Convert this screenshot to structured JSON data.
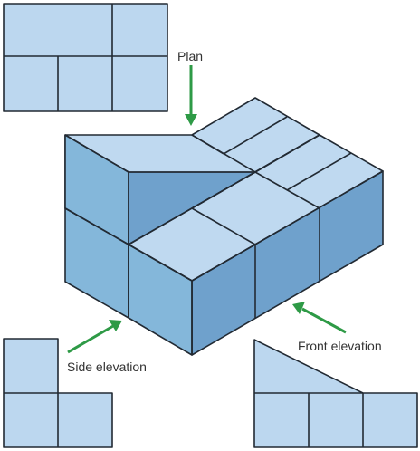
{
  "labels": {
    "plan": "Plan",
    "side_elevation": "Side elevation",
    "front_elevation": "Front elevation"
  },
  "colors": {
    "top_face": "#bfd9f0",
    "left_face": "#84b7da",
    "right_face": "#6fa1cc",
    "view_fill": "#bcd7ef",
    "edge": "#222a33",
    "arrow": "#2e9a46"
  }
}
